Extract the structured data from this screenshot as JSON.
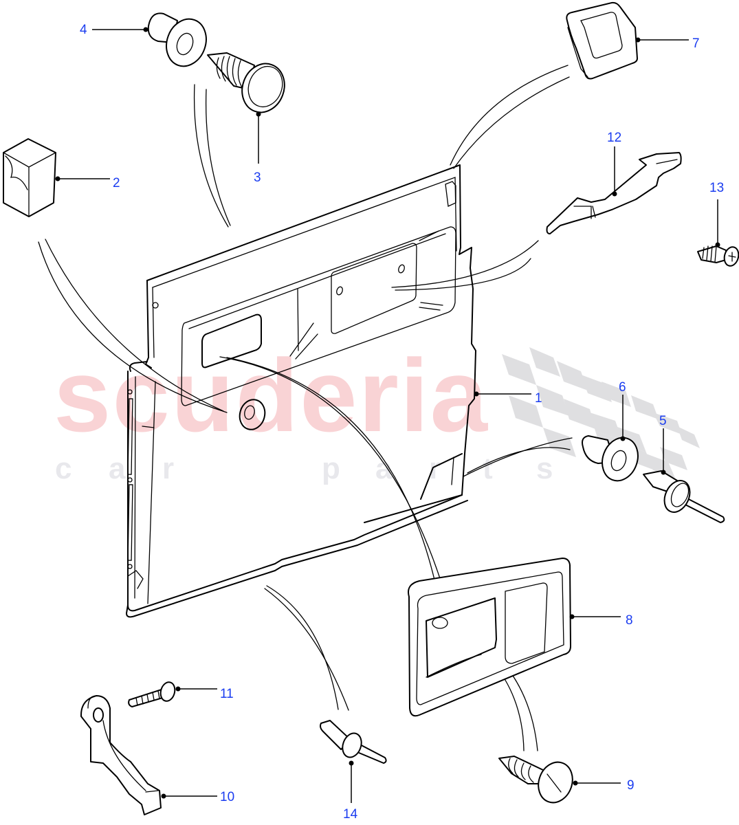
{
  "diagram": {
    "type": "exploded-parts-view",
    "subject": "Door trim panel and fixings",
    "watermark": {
      "main": "scuderia",
      "sub": [
        "c",
        "a",
        "r",
        "p",
        "a",
        "r",
        "t",
        "s"
      ],
      "main_color": "#f9d3d5",
      "sub_color": "#e8e8ec",
      "flag_color": "#dcdcde"
    },
    "callout_color": "#1a3cf0",
    "callouts": [
      {
        "id": "1",
        "label": "1",
        "part": "door trim panel"
      },
      {
        "id": "2",
        "label": "2",
        "part": "adhesive pad"
      },
      {
        "id": "3",
        "label": "3",
        "part": "trim fastener"
      },
      {
        "id": "4",
        "label": "4",
        "part": "grommet"
      },
      {
        "id": "5",
        "label": "5",
        "part": "rivet"
      },
      {
        "id": "6",
        "label": "6",
        "part": "grommet"
      },
      {
        "id": "7",
        "label": "7",
        "part": "finisher bezel"
      },
      {
        "id": "8",
        "label": "8",
        "part": "handle bezel"
      },
      {
        "id": "9",
        "label": "9",
        "part": "screw"
      },
      {
        "id": "10",
        "label": "10",
        "part": "pull handle bracket"
      },
      {
        "id": "11",
        "label": "11",
        "part": "bolt"
      },
      {
        "id": "12",
        "label": "12",
        "part": "grab handle"
      },
      {
        "id": "13",
        "label": "13",
        "part": "screw"
      },
      {
        "id": "14",
        "label": "14",
        "part": "push rivet"
      }
    ]
  }
}
